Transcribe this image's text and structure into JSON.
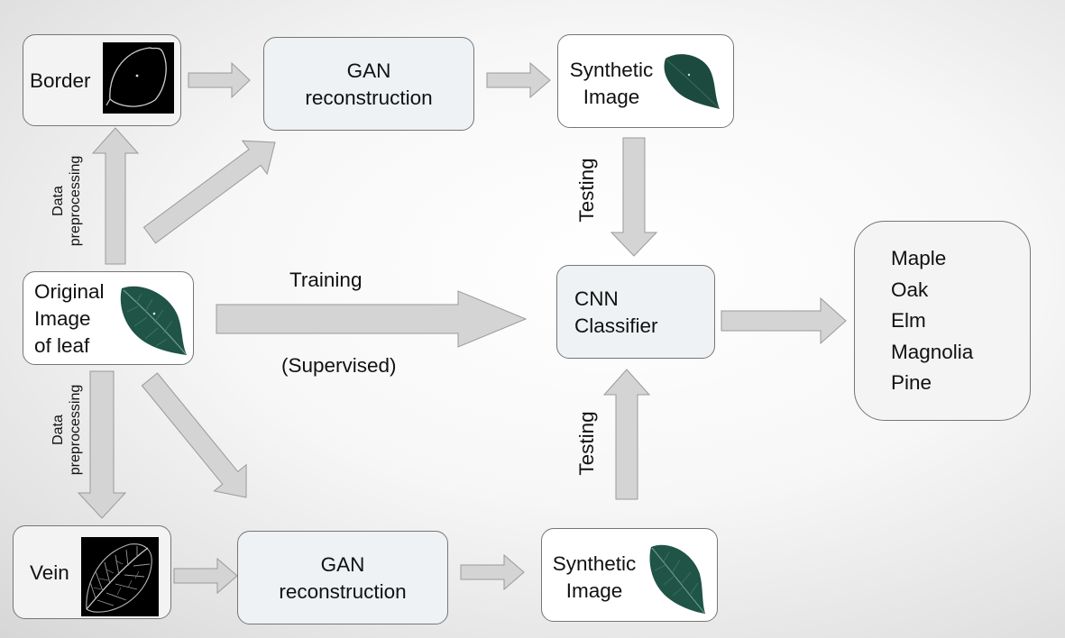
{
  "nodes": {
    "border": {
      "label": "Border"
    },
    "original": {
      "label": "Original\nImage\nof leaf"
    },
    "vein": {
      "label": "Vein"
    },
    "gan_top": {
      "label": "GAN\nreconstruction"
    },
    "gan_bottom": {
      "label": "GAN\nreconstruction"
    },
    "synthetic_top": {
      "label": "Synthetic\nImage"
    },
    "synthetic_bottom": {
      "label": "Synthetic\nImage"
    },
    "cnn": {
      "label": "CNN\nClassifier"
    }
  },
  "output_classes": [
    "Maple",
    "Oak",
    "Elm",
    "Magnolia",
    "Pine"
  ],
  "edge_labels": {
    "preprocessing_up": "Data\npreprocessing",
    "preprocessing_down": "Data\npreprocessing",
    "training": "Training",
    "supervised": "(Supervised)",
    "testing_top": "Testing",
    "testing_bottom": "Testing"
  },
  "colors": {
    "arrow_fill": "#d4d4d4",
    "arrow_stroke": "#9a9a9a",
    "leaf": "#1f5446",
    "leaf_vein": "#6f9c8d",
    "thumb_dark": "#000000",
    "thumb_line": "#c8c8c8"
  }
}
